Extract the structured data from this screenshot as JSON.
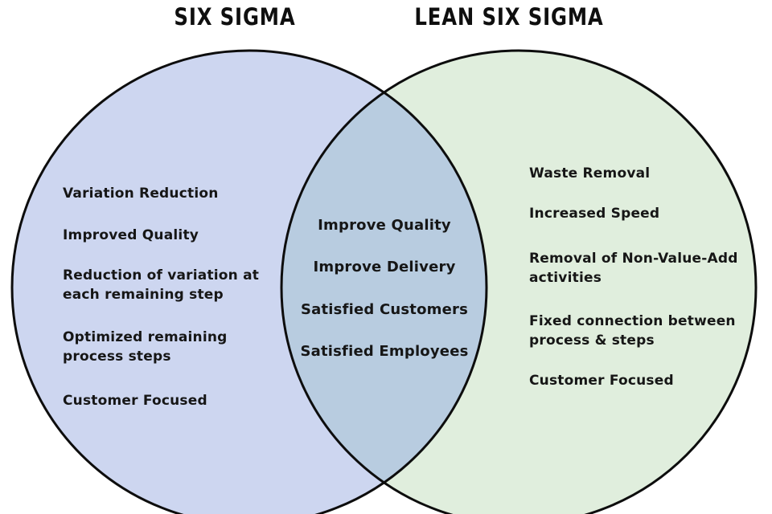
{
  "diagram": {
    "title_left": "SIX SIGMA",
    "title_right": "LEAN SIX SIGMA",
    "left": {
      "items": [
        "Variation Reduction",
        "Improved Quality",
        "Reduction of variation at\neach remaining step",
        "Optimized remaining\nprocess steps",
        "Customer Focused"
      ]
    },
    "overlap": {
      "items": [
        "Improve Quality",
        "Improve Delivery",
        "Satisfied Customers",
        "Satisfied Employees"
      ]
    },
    "right": {
      "items": [
        "Waste Removal",
        "Increased Speed",
        "Removal of Non-Value-Add\nactivities",
        "Fixed connection between\nprocess & steps",
        "Customer Focused"
      ]
    },
    "colors": {
      "left_fill": "#cdd6f0",
      "right_fill": "#e0eedd",
      "overlap_fill": "#b8cce0",
      "outline": "#0d0d0d"
    }
  }
}
